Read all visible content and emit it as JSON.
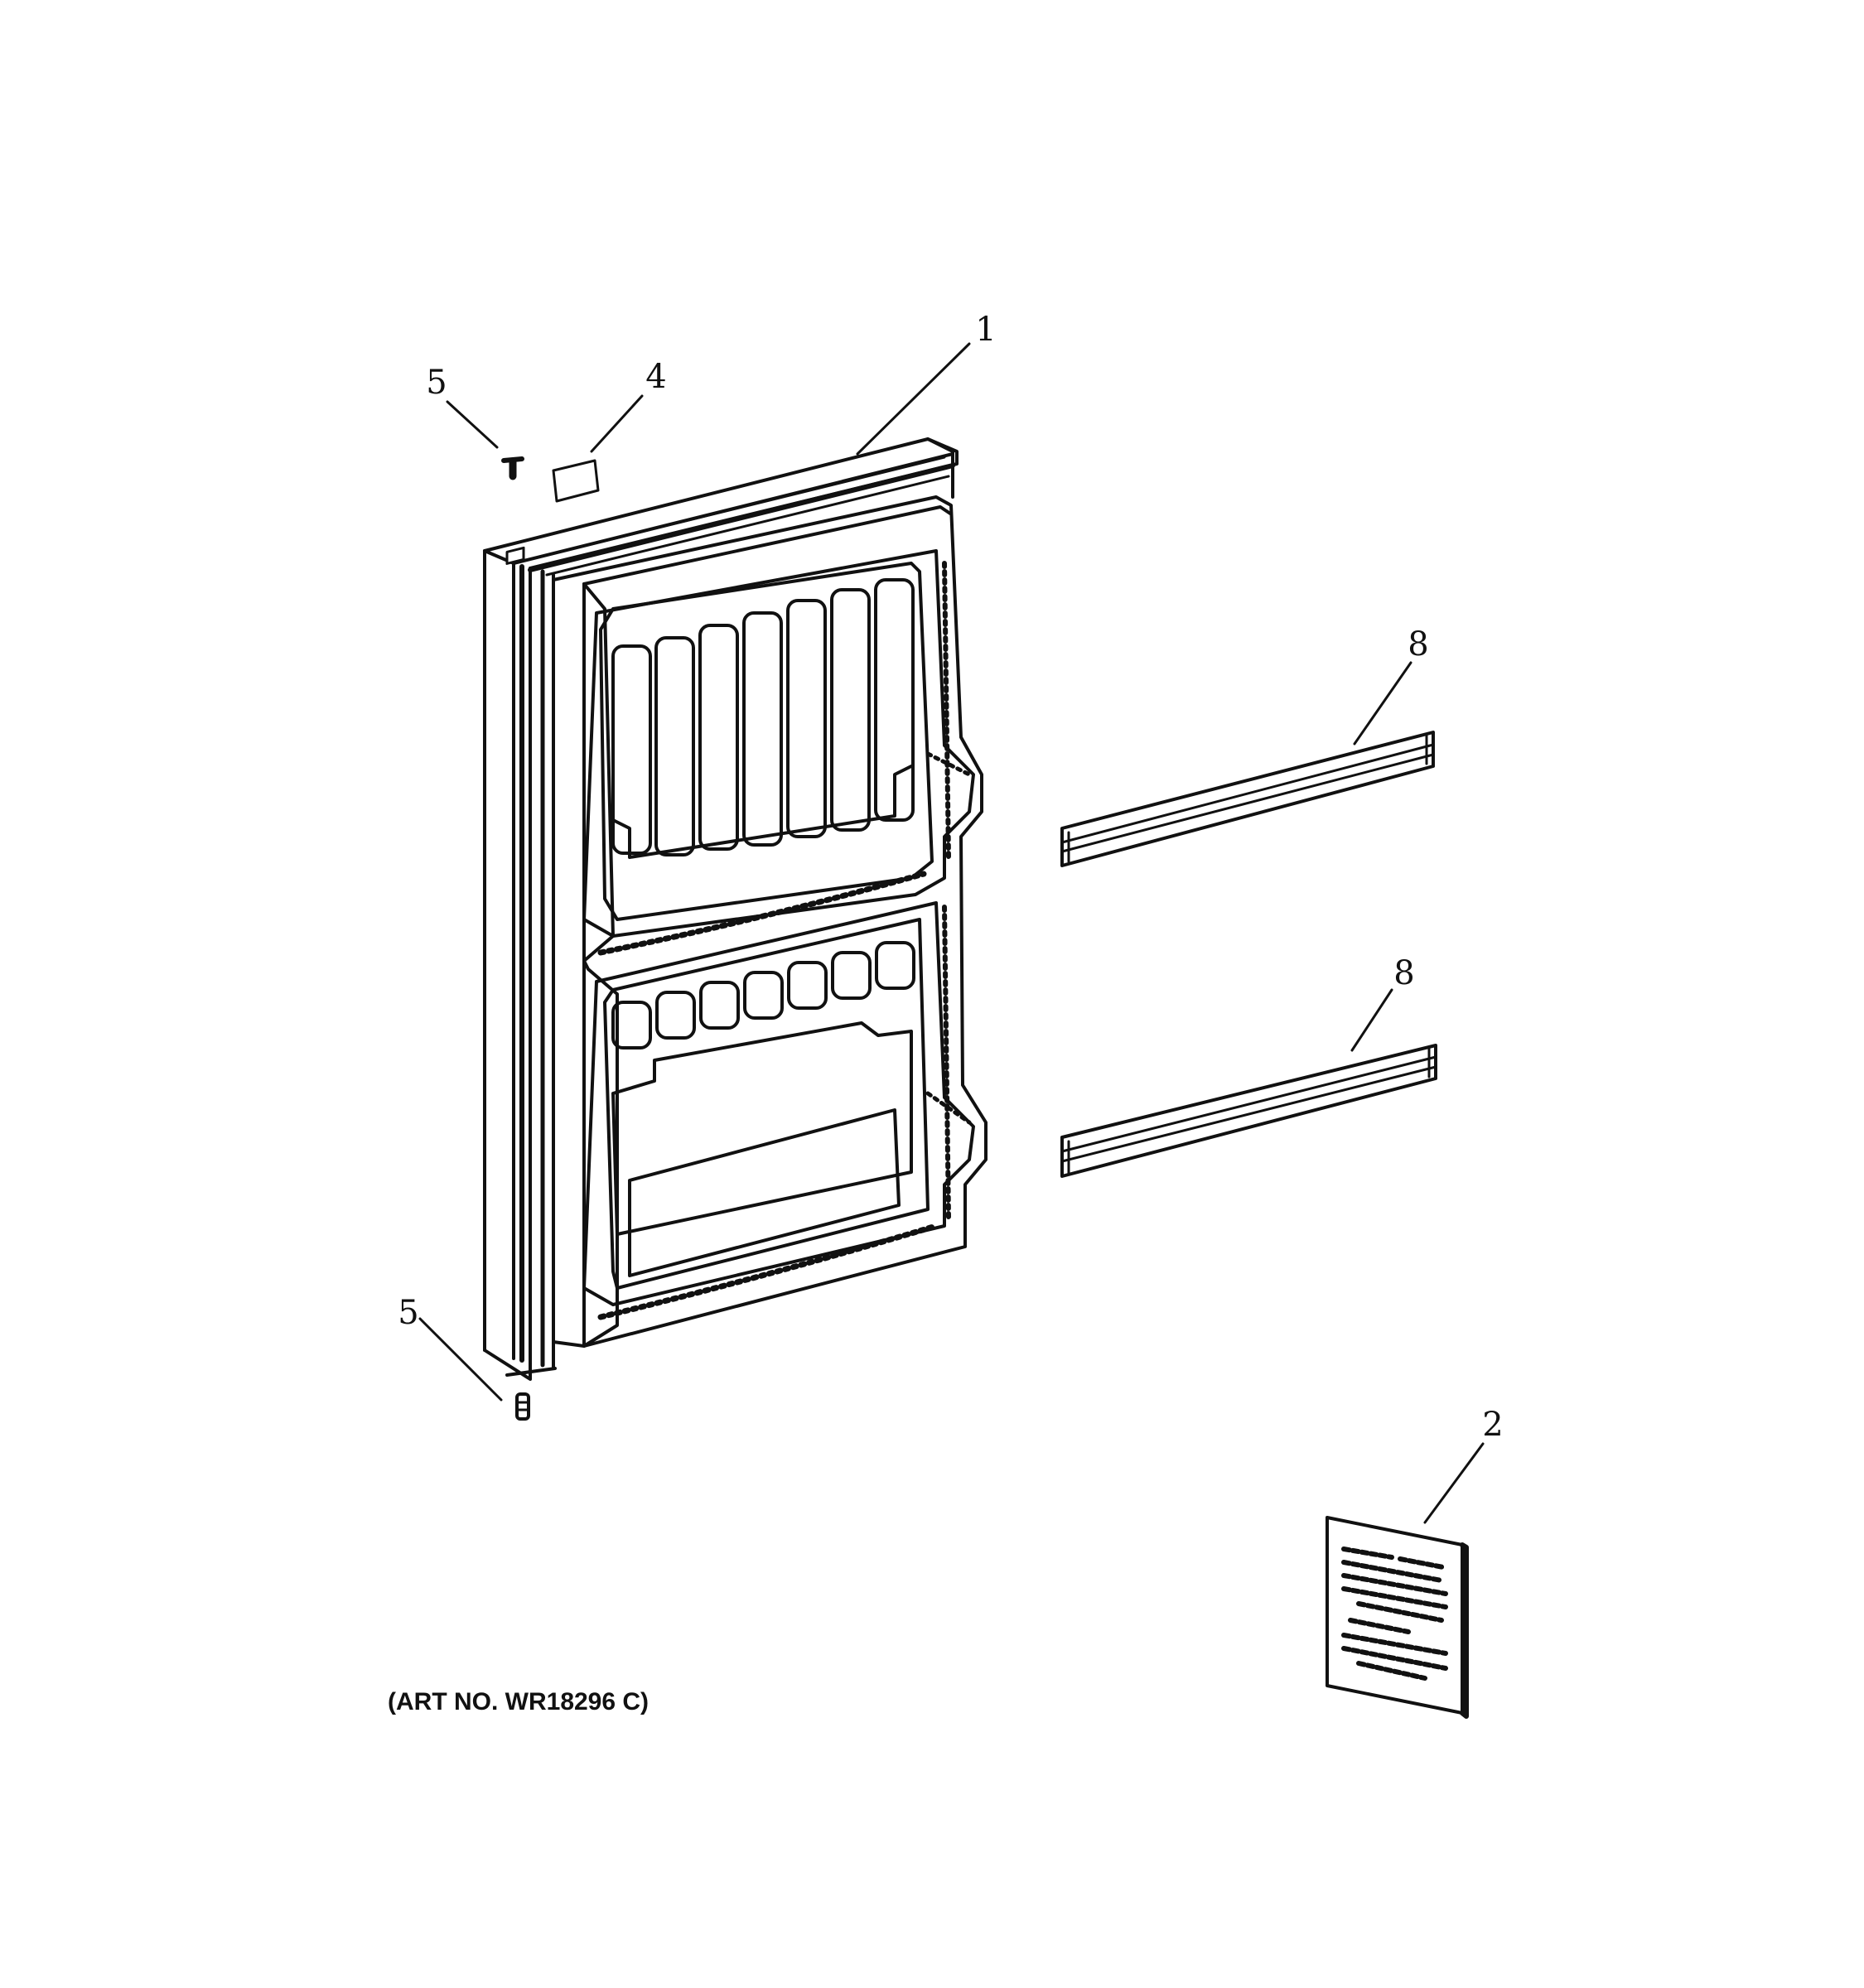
{
  "diagram": {
    "art_number": "(ART NO. WR18296 C)",
    "callouts": [
      {
        "id": "door",
        "label": "1"
      },
      {
        "id": "screw-top",
        "label": "5"
      },
      {
        "id": "plug",
        "label": "4"
      },
      {
        "id": "bar-upper",
        "label": "8"
      },
      {
        "id": "bar-lower",
        "label": "8"
      },
      {
        "id": "screw-bottom",
        "label": "5"
      },
      {
        "id": "instruction-card",
        "label": "2"
      }
    ]
  }
}
